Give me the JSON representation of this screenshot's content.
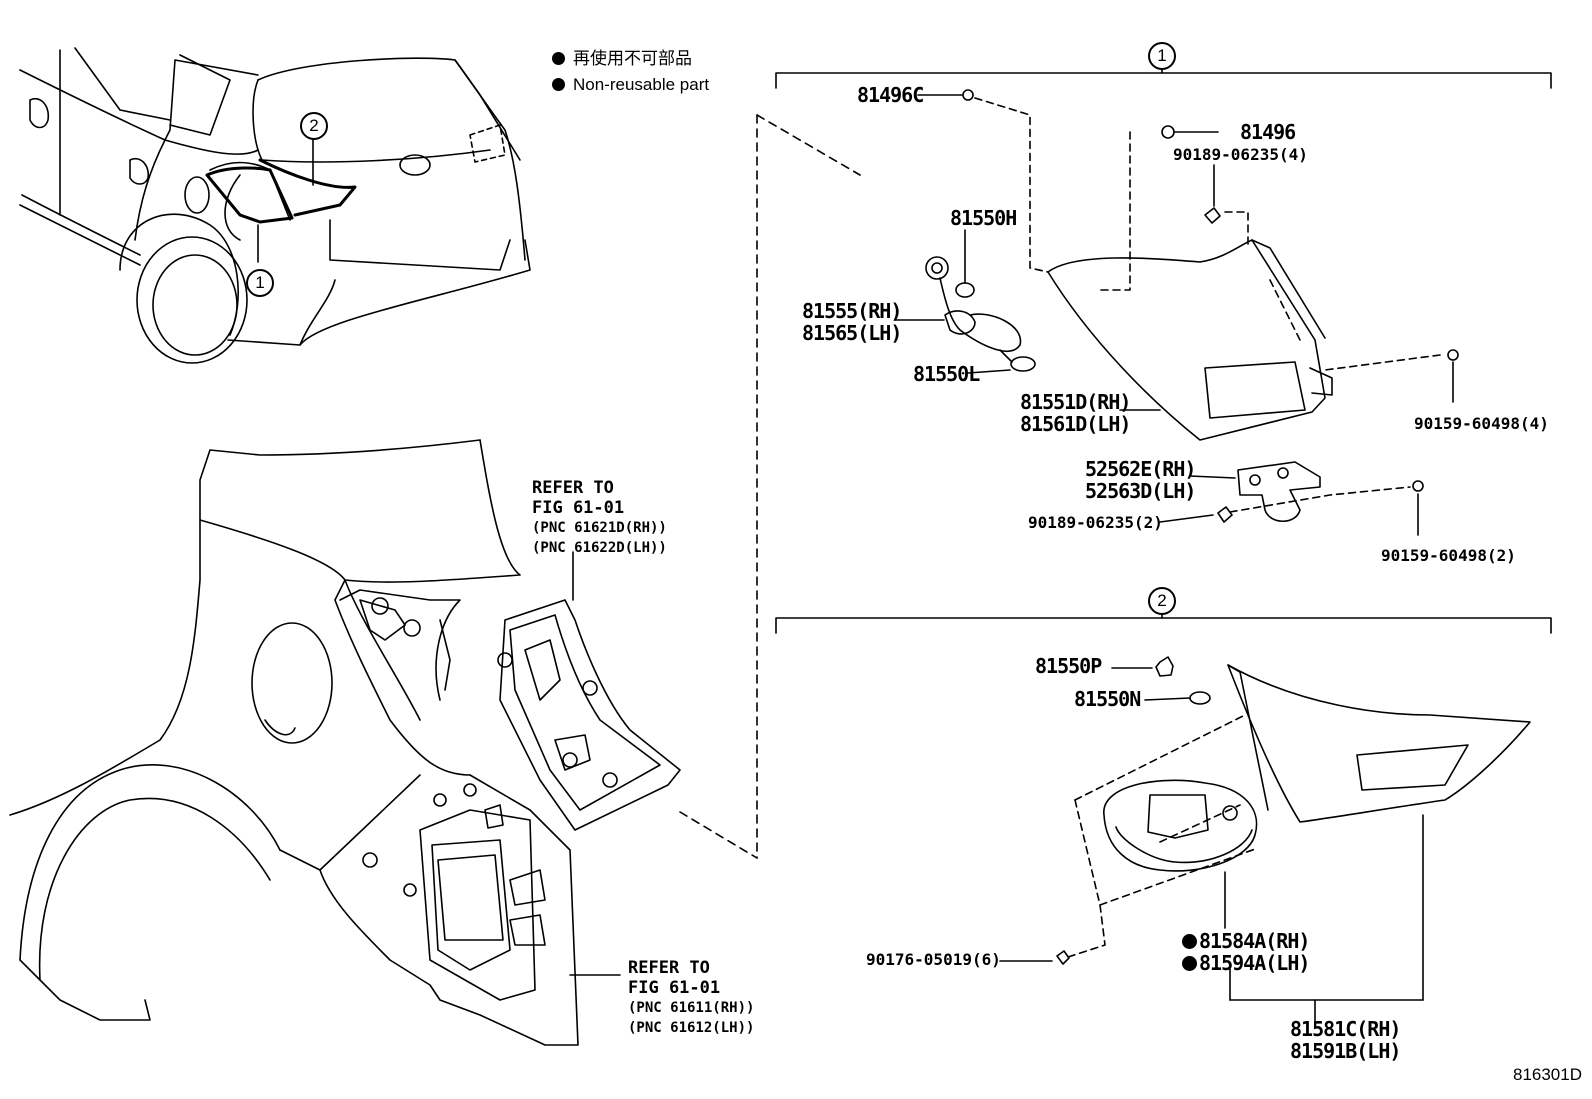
{
  "legend": {
    "line1": "再使用不可部品",
    "line2": "Non-reusable part"
  },
  "section_markers": {
    "one": "1",
    "two": "2"
  },
  "parts": {
    "p81496C": "81496C",
    "p81496": "81496",
    "p90189_06235_4": "90189-06235(4)",
    "p81550H": "81550H",
    "p81555": "81555(RH)",
    "p81565": "81565(LH)",
    "p81550L": "81550L",
    "p81551D": "81551D(RH)",
    "p81561D": "81561D(LH)",
    "p90159_60498_4": "90159-60498(4)",
    "p52562E": "52562E(RH)",
    "p52563D": "52563D(LH)",
    "p90189_06235_2": "90189-06235(2)",
    "p90159_60498_2": "90159-60498(2)",
    "p81550P": "81550P",
    "p81550N": "81550N",
    "p90176_05019_6": "90176-05019(6)",
    "p81584A": "81584A(RH)",
    "p81594A": "81594A(LH)",
    "p81581C": "81581C(RH)",
    "p81591B": "81591B(LH)"
  },
  "refs": {
    "top": {
      "line1": "REFER TO",
      "line2": "FIG 61-01",
      "line3": "(PNC 61621D(RH))",
      "line4": "(PNC 61622D(LH))"
    },
    "bottom": {
      "line1": "REFER TO",
      "line2": "FIG 61-01",
      "line3": "(PNC 61611(RH))",
      "line4": "(PNC 61612(LH))"
    }
  },
  "figure_id": "816301D",
  "colors": {
    "ink": "#000000",
    "paper": "#ffffff"
  }
}
